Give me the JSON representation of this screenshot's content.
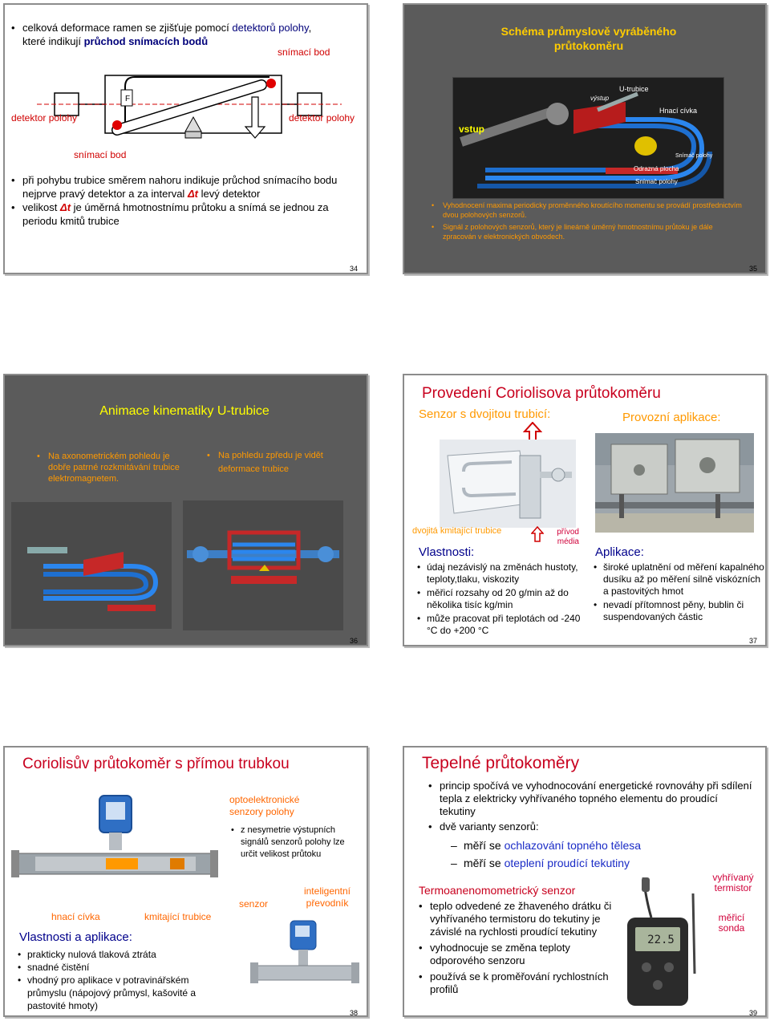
{
  "s34": {
    "b1_a": "celková deformace ramen se zjišťuje pomocí ",
    "b1_b": "detektorů polohy",
    "b1_c": ",",
    "b1_d": "které indikují ",
    "b1_e": "průchod snímacích bodů",
    "lbl_snimaci_top": "snímací bod",
    "lbl_f": "F",
    "lbl_det_left": "detektor polohy",
    "lbl_det_right": "detektor polohy",
    "lbl_snimaci_bottom": "snímací bod",
    "b2_a": "při pohybu trubice směrem nahoru indikuje průchod snímacího bodu nejprve pravý detektor a za interval ",
    "b2_dt": "Δt",
    "b2_b": " levý detektor",
    "b3_a": "velikost ",
    "b3_dt": "Δt",
    "b3_b": " je úměrná hmotnostnímu průtoku a snímá se jednou za periodu kmitů trubice",
    "page": "34"
  },
  "s35": {
    "title": "Schéma průmyslově vyráběného průtokoměru",
    "lbl_vstup": "vstup",
    "lbl_vystup": "výstup",
    "lbl_utrubice": "U-trubice",
    "lbl_hnaci": "Hnací cívka",
    "lbl_snimac1": "Snímač polohy",
    "lbl_odrazna": "Odrazná plocha",
    "lbl_snimac2": "Snímač polohy",
    "b1": "Vyhodnocení maxima periodicky proměnného kroutícího momentu se provádí prostřednictvím dvou polohových senzorů.",
    "b2": "Signál z polohových senzorů, který je lineárně úměrný hmotnostnímu průtoku je dále zpracován v elektronických obvodech.",
    "page": "35"
  },
  "s36": {
    "title": "Animace kinematiky U-trubice",
    "b1": "Na axonometrickém pohledu je dobře patrné rozkmitávání trubice elektromagnetem.",
    "b2": "Na pohledu zpředu je vidět deformace trubice",
    "page": "36"
  },
  "s37": {
    "title": "Provedení Coriolisova průtokoměru",
    "sub_left": "Senzor s dvojitou trubicí:",
    "sub_right": "Provozní aplikace:",
    "lbl_dvojita": "dvojitá kmitající trubice",
    "lbl_privod": "přívod média",
    "h_vlastnosti": "Vlastnosti:",
    "v1": "údaj nezávislý na změnách hustoty, teploty,tlaku, viskozity",
    "v2": "měřicí rozsahy od 20 g/min až do několika tisíc kg/min",
    "v3": "může pracovat při teplotách od -240 °C do +200 °C",
    "h_aplikace": "Aplikace:",
    "a1": "široké uplatnění od měření kapalného dusíku až po měření silně viskózních a pastovitých hmot",
    "a2": "nevadí přítomnost pěny, bublin či suspendovaných částic",
    "page": "37"
  },
  "s38": {
    "title": "Coriolisův průtokoměr s přímou trubkou",
    "lbl_opto": "optoelektronické senzory polohy",
    "b_opto": "z nesymetrie výstupních signálů senzorů polohy lze určit velikost průtoku",
    "lbl_hnaci": "hnací cívka",
    "lbl_kmitajici": "kmitající trubice",
    "lbl_senzor": "senzor",
    "lbl_inteligentni": "inteligentní převodník",
    "h_vlast": "Vlastnosti a aplikace:",
    "v1": "prakticky nulová tlaková ztráta",
    "v2": "snadné čistění",
    "v3": "vhodný pro aplikace v potravinářském průmyslu (nápojový průmysl, kašovité a pastovité hmoty)",
    "page": "38"
  },
  "s39": {
    "title": "Tepelné průtokoměry",
    "b1": "princip spočívá ve vyhodnocování energetické rovnováhy při sdílení tepla z elektricky vyhřívaného topného elementu do proudící tekutiny",
    "b2": "dvě varianty senzorů:",
    "d1_a": "měří se ",
    "d1_b": "ochlazování topného tělesa",
    "d2_a": "měří se ",
    "d2_b": "oteplení proudící tekutiny",
    "h_termo": "Termoanenomometrický senzor",
    "t1": "teplo odvedené ze žhaveného drátku či vyhřívaného termistoru do tekutiny je závislé na rychlosti proudící tekutiny",
    "t2": "vyhodnocuje se změna teploty odporového senzoru",
    "t3": "používá se k proměřování rychlostních profilů",
    "lbl_vyhrivany": "vyhřívaný termistor",
    "lbl_merici": "měřicí sonda",
    "display": "22.5",
    "page": "39"
  }
}
